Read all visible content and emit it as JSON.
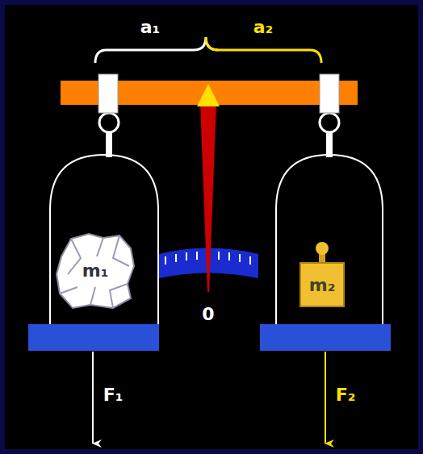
{
  "diagram": {
    "labels": [
      "a₁",
      "a₂",
      "m₁",
      "m₂",
      "0",
      "F₁",
      "F₂"
    ]
  }
}
